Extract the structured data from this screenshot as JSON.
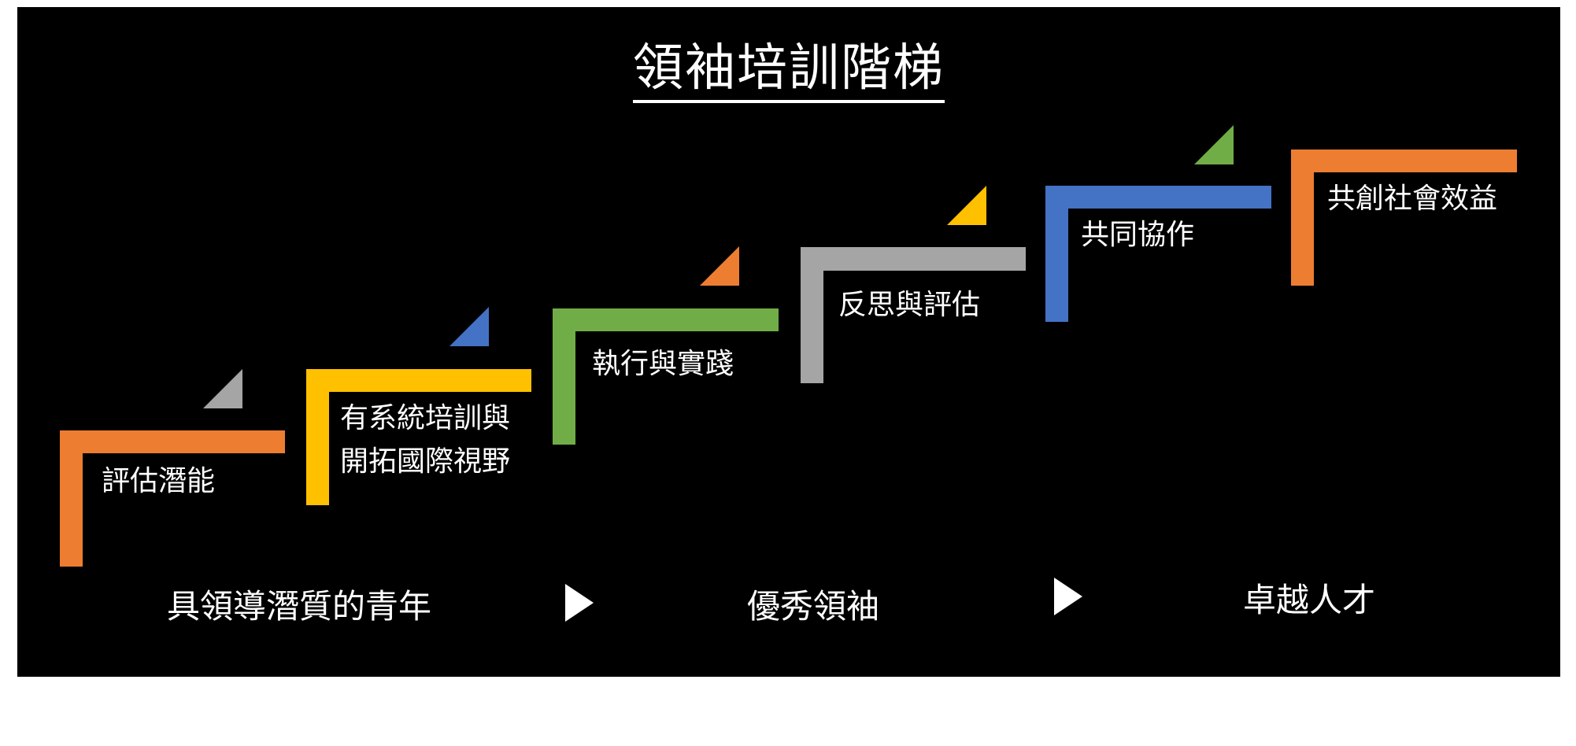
{
  "title": "領袖培訓階梯",
  "colors": {
    "orange": "#ED7D31",
    "gray": "#A5A5A5",
    "yellow": "#FFC000",
    "blue": "#4472C4",
    "green": "#70AD47",
    "background": "#000000",
    "text": "#FFFFFF"
  },
  "steps": [
    {
      "label": "評估潛能",
      "color": "#ED7D31",
      "arrow_color": "#A5A5A5"
    },
    {
      "label": "有系統培訓與\n開拓國際視野",
      "color": "#FFC000",
      "arrow_color": "#4472C4"
    },
    {
      "label": "執行與實踐",
      "color": "#70AD47",
      "arrow_color": "#ED7D31"
    },
    {
      "label": "反思與評估",
      "color": "#A5A5A5",
      "arrow_color": "#FFC000"
    },
    {
      "label": "共同協作",
      "color": "#4472C4",
      "arrow_color": "#70AD47"
    },
    {
      "label": "共創社會效益",
      "color": "#ED7D31",
      "arrow_color": null
    }
  ],
  "stages": [
    {
      "label": "具領導潛質的青年"
    },
    {
      "label": "優秀領袖"
    },
    {
      "label": "卓越人才"
    }
  ],
  "stage_arrow_icon": "play-triangle-icon"
}
